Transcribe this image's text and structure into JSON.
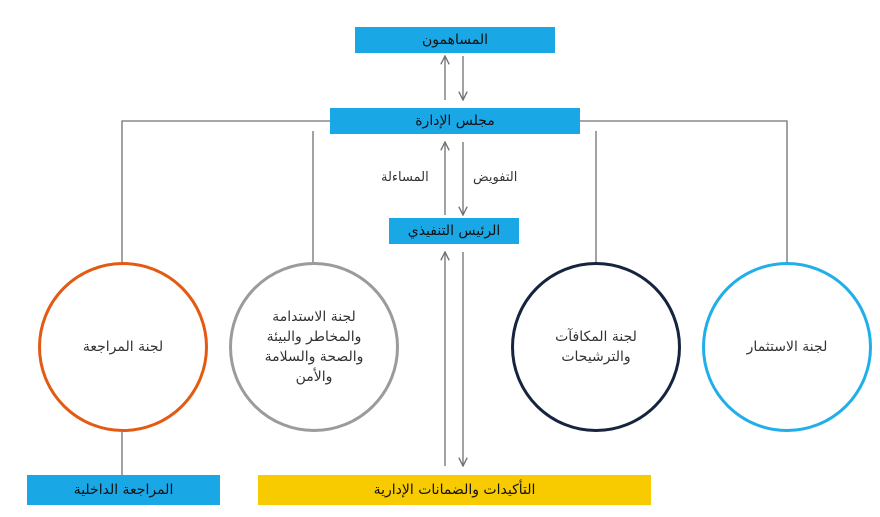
{
  "nodes": {
    "shareholders": "المساهمون",
    "board": "مجلس الإدارة",
    "ceo": "الرئيس التنفيذي",
    "internal_audit": "المراجعة الداخلية",
    "assurance": "التأكيدات والضمانات الإدارية"
  },
  "committees": {
    "audit": "لجنة المراجعة",
    "sustainability": "لجنة الاستدامة\nوالمخاطر والبيئة\nوالصحة والسلامة\nوالأمن",
    "remuneration": "لجنة المكافآت\nوالترشيحات",
    "investment": "لجنة الاستثمار"
  },
  "edges": {
    "delegation": "التفويض",
    "accountability": "المساءلة"
  },
  "colors": {
    "blue_box": "#1aa7e6",
    "yellow_box": "#f7cb00",
    "audit_ring": "#e35a12",
    "sustainability_ring": "#9b9b9b",
    "remuneration_ring": "#16243f",
    "investment_ring": "#22aee8",
    "line": "#707070"
  }
}
